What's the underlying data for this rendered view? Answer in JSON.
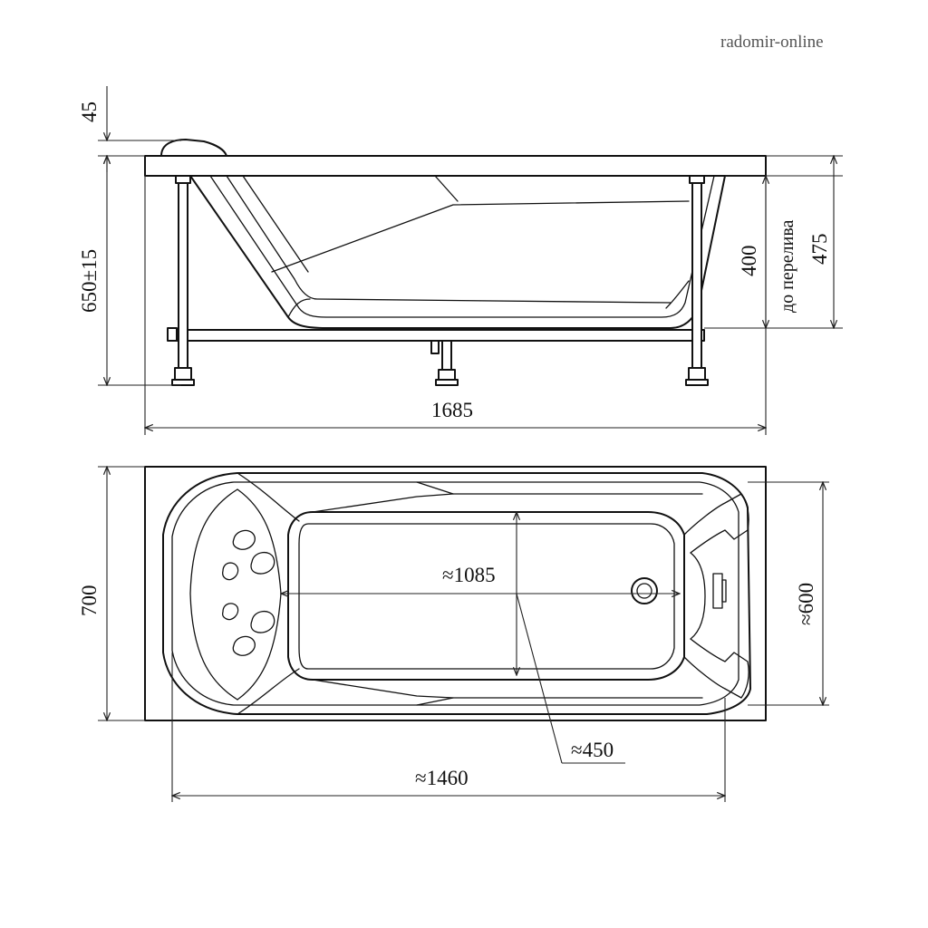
{
  "watermark": "radomir-online",
  "dims": {
    "rim_thickness": "45",
    "height": "650±15",
    "overflow_depth": "400",
    "overflow_note": "до перелива",
    "tub_depth": "475",
    "total_length": "1685",
    "width": "700",
    "bottom_length": "≈1085",
    "inner_width": "≈600",
    "bottom_width": "≈450",
    "inner_length": "≈1460"
  }
}
